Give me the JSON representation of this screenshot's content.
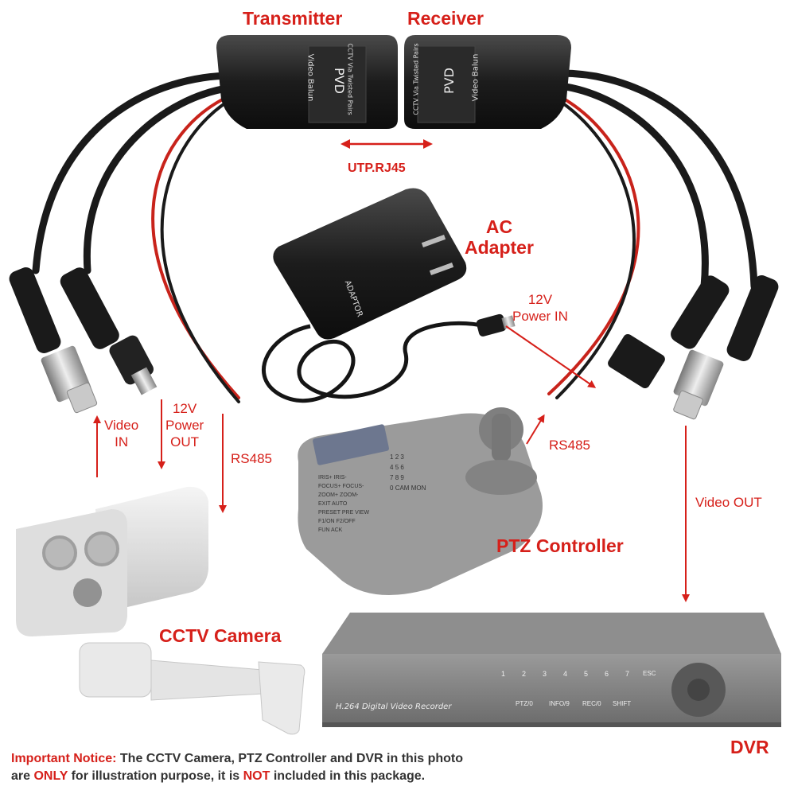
{
  "labels": {
    "transmitter": "Transmitter",
    "receiver": "Receiver",
    "utp": "UTP.RJ45",
    "ac_adapter_line1": "AC",
    "ac_adapter_line2": "Adapter",
    "power_in_line1": "12V",
    "power_in_line2": "Power IN",
    "video_in_line1": "Video",
    "video_in_line2": "IN",
    "power_out_line1": "12V",
    "power_out_line2": "Power",
    "power_out_line3": "OUT",
    "rs485_left": "RS485",
    "rs485_right": "RS485",
    "video_out": "Video OUT",
    "ptz_controller": "PTZ Controller",
    "cctv_camera": "CCTV Camera",
    "dvr": "DVR"
  },
  "device_text": {
    "balun_brand": "PVD",
    "balun_name": "Video Balun",
    "balun_sub": "CCTV Via Twisted Pairs",
    "adapter_name": "ADAPTOR",
    "dvr_name": "H.264 Digital Video Recorder",
    "dvr_buttons": [
      "PTZ/0",
      "INFO/9",
      "REC/0",
      "SHIFT"
    ],
    "dvr_keys": [
      "1",
      "2",
      "3",
      "4",
      "5",
      "6",
      "7",
      "ESC"
    ],
    "ptz_keys_left": [
      "IRIS+",
      "IRIS-",
      "FOCUS+",
      "FOCUS-",
      "ZOOM+",
      "ZOOM-",
      "EXIT",
      "AUTO",
      "PRESET",
      "PRE VIEW",
      "F1/ON",
      "F2/OFF",
      "FUN",
      "ACK"
    ],
    "ptz_keys_num": [
      "1",
      "2",
      "3",
      "4",
      "5",
      "6",
      "7",
      "8",
      "9",
      "0",
      "CAM",
      "MON"
    ]
  },
  "notice": {
    "lead": "Important Notice:",
    "part1": " The CCTV Camera, PTZ Controller and DVR in this photo",
    "part2_prefix": "are ",
    "only": "ONLY",
    "part2_mid": " for illustration purpose, it is ",
    "not": "NOT",
    "part2_suffix": " included in this package."
  },
  "colors": {
    "accent_red": "#d6201a",
    "cable_black": "#1a1a1a",
    "device_gray": "#8a8a8a"
  }
}
